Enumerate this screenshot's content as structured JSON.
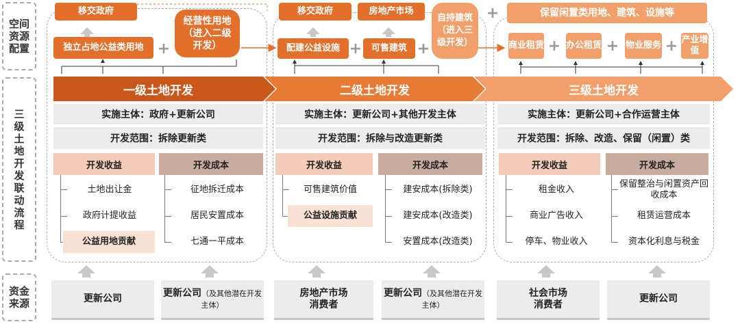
{
  "side_labels": {
    "space": [
      "空间",
      "资源",
      "配置"
    ],
    "process": [
      "三",
      "级",
      "土",
      "地",
      "开",
      "发",
      "联",
      "动",
      "流",
      "程"
    ],
    "fund": [
      "资金",
      "来源"
    ]
  },
  "stages": [
    "一级土地开发",
    "二级土地开发",
    "三级土地开发"
  ],
  "top": {
    "s1": {
      "transfer": "移交政府",
      "public_land": "独立占地公益类用地",
      "op_land": "经营性用地（进入二级开发）"
    },
    "s2": {
      "transfer": "移交政府",
      "market": "房地产市场",
      "self_hold": "自持建筑（进入三级开发）",
      "facility": "配建公益设施",
      "saleable": "可售建筑"
    },
    "s3": {
      "title": "保留闲置类用地、建筑、设施等",
      "items": [
        "商业租赁",
        "办公租赁",
        "物业服务",
        "产业增值"
      ]
    }
  },
  "rows": {
    "subject": [
      "实施主体：政府+更新公司",
      "实施主体：更新公司+其他开发主体",
      "实施主体：更新公司+合作运营主体"
    ],
    "scope": [
      "开发范围：拆除更新类",
      "开发范围：拆除与改造更新类",
      "开发范围：拆除、改造、保留（闲置）类"
    ]
  },
  "labels": {
    "revenue": "开发收益",
    "cost": "开发成本"
  },
  "s1_rev": [
    "土地出让金",
    "政府计提收益",
    "公益用地贡献"
  ],
  "s1_cost": [
    "征地拆迁成本",
    "居民安置成本",
    "七通一平成本"
  ],
  "s2_rev": [
    "可售建筑价值",
    "公益设施贡献"
  ],
  "s2_cost": [
    "建安成本(拆除类)",
    "建安成本(改造类)",
    "安置成本(改造类)"
  ],
  "s3_rev": [
    "租金收入",
    "商业广告收入",
    "停车、物业收入"
  ],
  "s3_cost": [
    "保留整治与闲置资产回收成本",
    "租赁运营成本",
    "资本化利息与税金"
  ],
  "funds": {
    "f1": "更新公司",
    "f2_main": "更新公司",
    "f2_sub": "（及其他潜在开发主体）",
    "f3": [
      "房地产市场",
      "消费者"
    ],
    "f4_main": "更新公司",
    "f4_sub": "（及其他潜在开发主体）",
    "f5": [
      "社会市场",
      "消费者"
    ],
    "f6": "更新公司"
  },
  "colors": {
    "stage1": "#c9561a",
    "stage2": "#e77a35",
    "stage3": "#f2a06b",
    "box": "#e26f2a",
    "light": "#f2a06b"
  }
}
